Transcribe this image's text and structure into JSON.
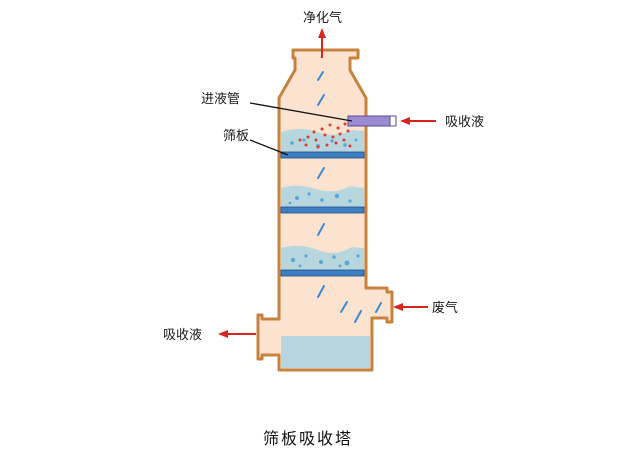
{
  "labels": {
    "top_outlet": "净化气",
    "inlet_pipe": "进液管",
    "sieve_plate": "筛板",
    "liquid_in": "吸收液",
    "gas_in": "废气",
    "liquid_out": "吸收液"
  },
  "caption": "筛板吸收塔",
  "colors": {
    "shell_fill": "#fbe3cf",
    "shell_stroke": "#c8823f",
    "liquid": "#b8d6de",
    "plate": "#3e7fc1",
    "arrow": "#d8261f",
    "pipe": "#9b8bd0",
    "droplet": "#e23a2a",
    "bubble": "#5aa6d6",
    "gas_flow": "#3b88d6"
  },
  "icons": [
    "arrow-right-icon",
    "arrow-left-icon",
    "arrow-up-icon"
  ]
}
